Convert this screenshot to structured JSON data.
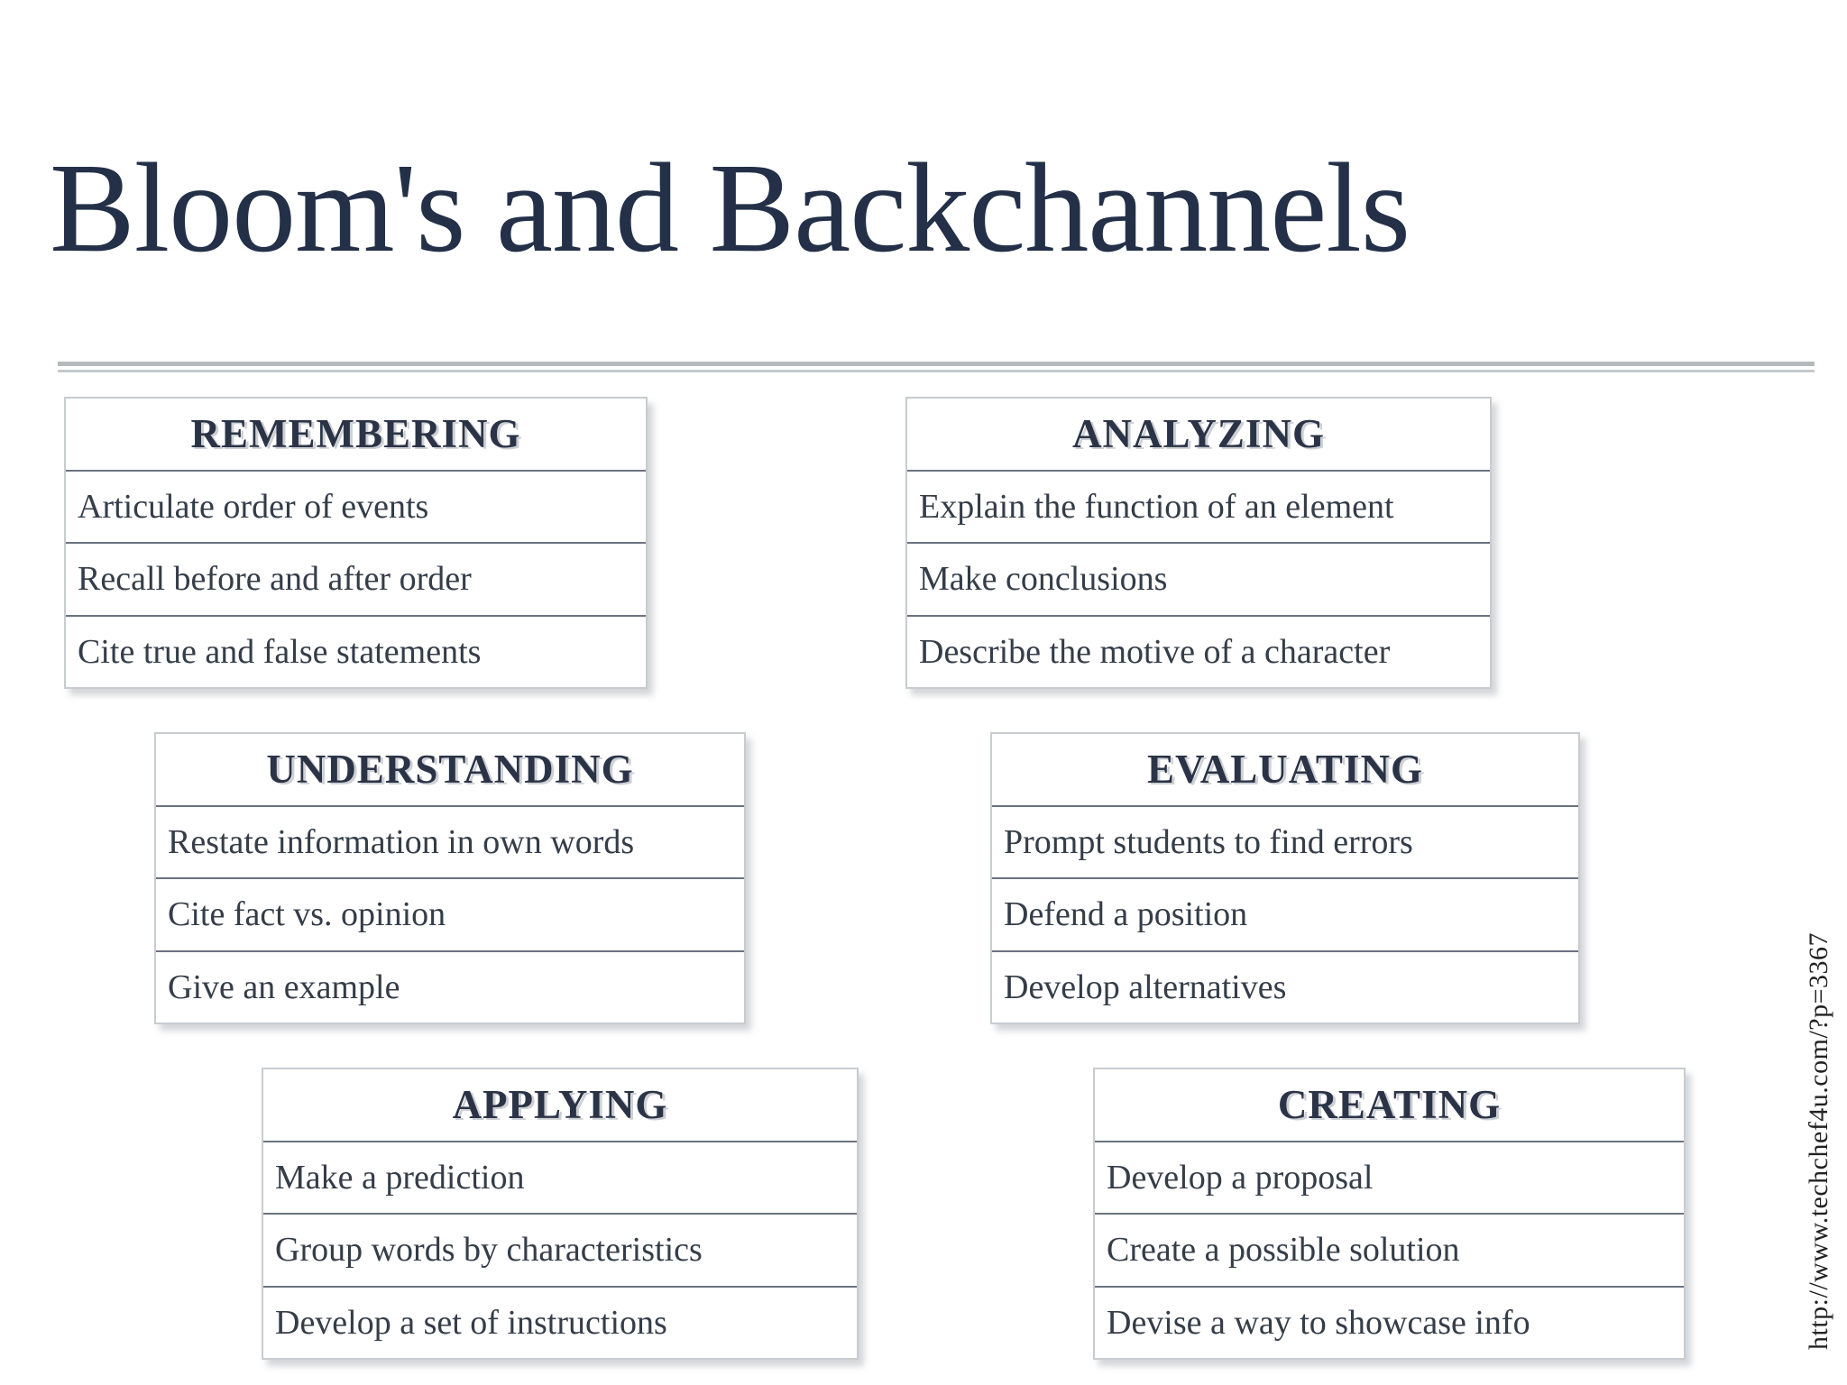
{
  "slide": {
    "title": "Bloom's and Backchannels",
    "source_url": "http://www.techchef4u.com/?p=3367"
  },
  "colors": {
    "bg": "#ffffff",
    "title": "#233048",
    "header": "#2b3447",
    "body-text": "#343d48",
    "divider-top": "#b5bbbd",
    "divider-bottom": "#c4cacc",
    "table-border": "#c8ccd0",
    "row-line": "#6b7380",
    "url": "#222222"
  },
  "tables": [
    {
      "title": "REMEMBERING",
      "rows": [
        "Articulate order of events",
        "Recall before and after order",
        "Cite true and false statements"
      ]
    },
    {
      "title": "ANALYZING",
      "rows": [
        "Explain the function of an element",
        "Make conclusions",
        "Describe the motive of a character"
      ]
    },
    {
      "title": "UNDERSTANDING",
      "rows": [
        "Restate information in own words",
        "Cite fact vs. opinion",
        "Give an example"
      ]
    },
    {
      "title": "EVALUATING",
      "rows": [
        "Prompt students to find errors",
        "Defend a position",
        "Develop alternatives"
      ]
    },
    {
      "title": "APPLYING",
      "rows": [
        "Make a prediction",
        "Group words by characteristics",
        "Develop a set of instructions"
      ]
    },
    {
      "title": "CREATING",
      "rows": [
        "Develop a proposal",
        "Create a possible solution",
        "Devise a way to showcase info"
      ]
    }
  ]
}
